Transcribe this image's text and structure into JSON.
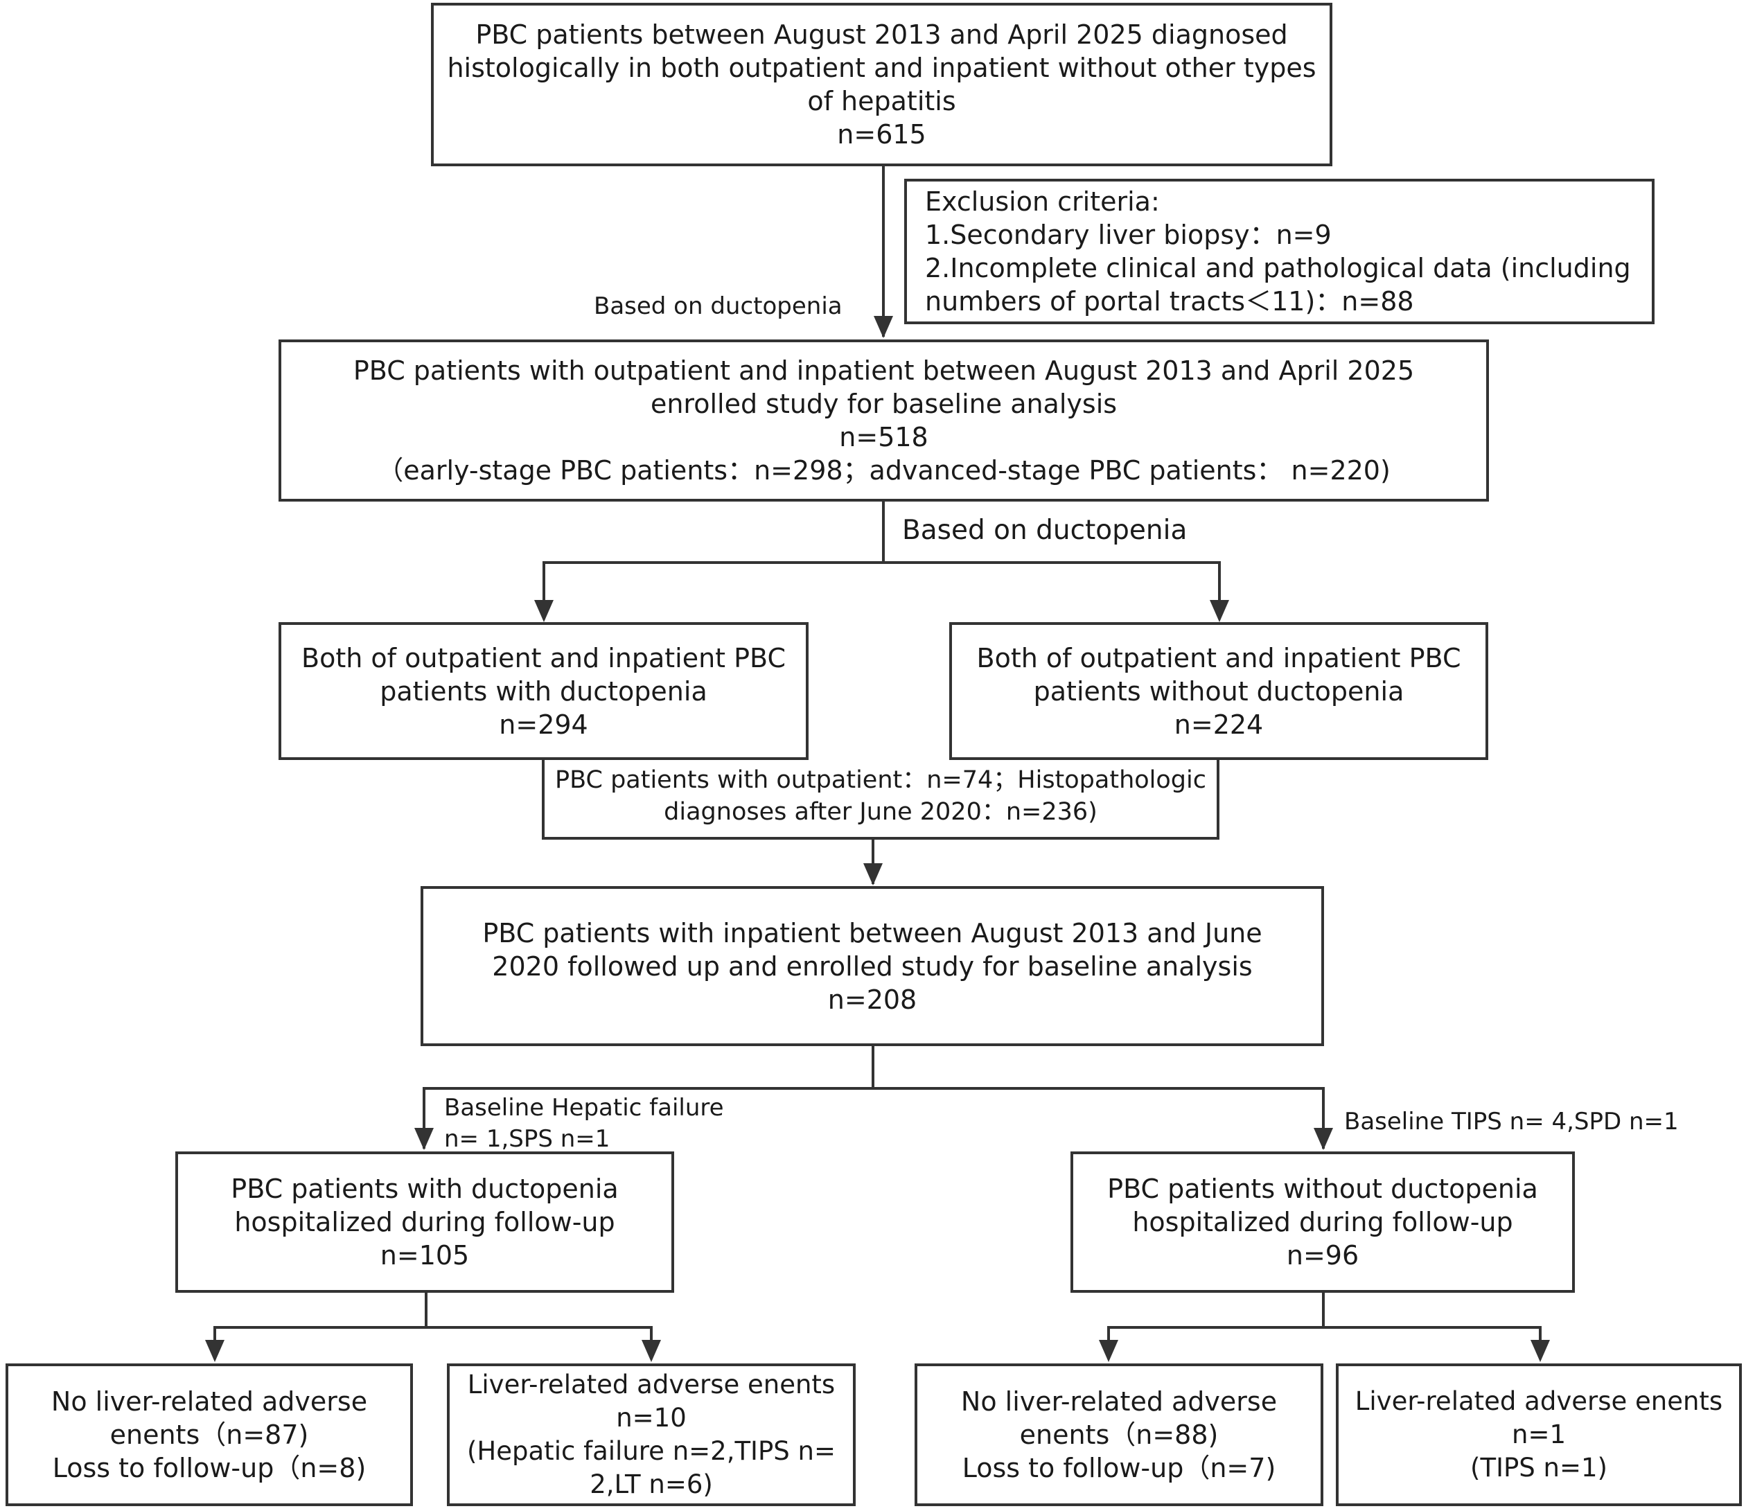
{
  "boxes": {
    "top": {
      "lines": [
        "PBC patients between August 2013 and April 2025 diagnosed",
        "histologically in both outpatient and inpatient without other types",
        "of hepatitis",
        "n=615"
      ]
    },
    "exclusion": {
      "lines": [
        "Exclusion criteria:",
        "1.Secondary liver biopsy：n=9",
        "2.Incomplete clinical and pathological data (including",
        "numbers of portal tracts＜11)：n=88"
      ]
    },
    "baseline": {
      "lines": [
        "PBC patients with outpatient and inpatient between August 2013 and April 2025",
        "enrolled study for baseline analysis",
        "n=518",
        "（early-stage PBC patients：n=298；advanced-stage PBC patients：  n=220)"
      ]
    },
    "with_ductopenia": {
      "lines": [
        "Both of outpatient and inpatient PBC",
        "patients with ductopenia",
        "n=294"
      ]
    },
    "without_ductopenia": {
      "lines": [
        "Both of outpatient and inpatient PBC",
        "patients without ductopenia",
        "n=224"
      ]
    },
    "excluded_outpatient": {
      "lines": [
        "PBC patients with outpatient：n=74；Histopathologic",
        "diagnoses after June 2020：n=236)"
      ]
    },
    "followup_cohort": {
      "lines": [
        "PBC patients with inpatient between August 2013 and June",
        "2020 followed up  and enrolled study for baseline analysis",
        "n=208"
      ]
    },
    "hosp_with": {
      "lines": [
        "PBC patients with ductopenia",
        "hospitalized during follow-up",
        "n=105"
      ]
    },
    "hosp_without": {
      "lines": [
        "PBC patients without ductopenia",
        "hospitalized during follow-up",
        "n=96"
      ]
    },
    "with_no_events": {
      "lines": [
        "No liver-related adverse",
        "enents（n=87)",
        "Loss to follow-up（n=8)"
      ]
    },
    "with_events": {
      "lines": [
        "Liver-related adverse enents",
        "n=10",
        "(Hepatic failure n=2,TIPS n=",
        "2,LT n=6)"
      ]
    },
    "without_no_events": {
      "lines": [
        "No liver-related adverse",
        "enents（n=88)",
        "Loss to follow-up（n=7)"
      ]
    },
    "without_events": {
      "lines": [
        "Liver-related adverse enents",
        "n=1",
        "(TIPS n=1)"
      ]
    }
  },
  "labels": {
    "based_on_ductopenia_1": "Based on ductopenia",
    "based_on_ductopenia_2": "Based on ductopenia",
    "baseline_hepatic_failure_1": "Baseline Hepatic failure",
    "baseline_hepatic_failure_2": "n= 1,SPS n=1",
    "baseline_tips": "Baseline TIPS n= 4,SPD n=1"
  },
  "colors": {
    "line": "#333333",
    "text": "#1a1a1a",
    "background": "#ffffff"
  }
}
